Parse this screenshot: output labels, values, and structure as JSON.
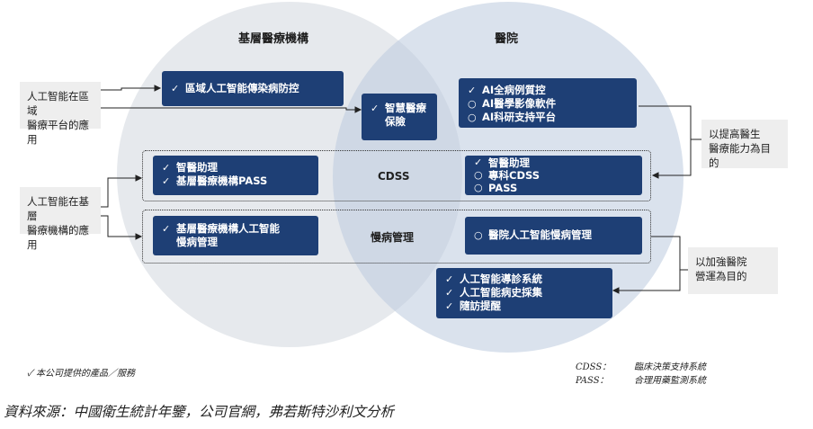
{
  "circles": {
    "left_title": "基層醫療機構",
    "right_title": "醫院"
  },
  "boxes": {
    "regional": {
      "items": [
        {
          "marker": "✓",
          "text": "區域人工智能傳染病防控"
        }
      ]
    },
    "insurance": {
      "items": [
        {
          "marker": "✓",
          "text": "智慧醫療\n保險"
        }
      ]
    },
    "hospital_ai": {
      "items": [
        {
          "marker": "✓",
          "text": "AI全病例質控"
        },
        {
          "marker": "○",
          "text": "AI醫學影像軟件"
        },
        {
          "marker": "○",
          "text": "AI科研支持平台"
        }
      ]
    },
    "cdss_left": {
      "items": [
        {
          "marker": "✓",
          "text": "智醫助理"
        },
        {
          "marker": "✓",
          "text": "基層醫療機構PASS"
        }
      ]
    },
    "cdss_right": {
      "items": [
        {
          "marker": "✓",
          "text": "智醫助理"
        },
        {
          "marker": "○",
          "text": "專科CDSS"
        },
        {
          "marker": "○",
          "text": "PASS"
        }
      ]
    },
    "chronic_left": {
      "items": [
        {
          "marker": "✓",
          "text": "基層醫療機構人工智能\n慢病管理"
        }
      ]
    },
    "chronic_right": {
      "items": [
        {
          "marker": "○",
          "text": "醫院人工智能慢病管理"
        }
      ]
    },
    "guidance": {
      "items": [
        {
          "marker": "✓",
          "text": "人工智能導診系統"
        },
        {
          "marker": "✓",
          "text": "人工智能病史採集"
        },
        {
          "marker": "✓",
          "text": "隨訪提醒"
        }
      ]
    }
  },
  "center_labels": {
    "cdss": "CDSS",
    "chronic": "慢病管理"
  },
  "side_notes": {
    "regional_app": "人工智能在區域\n醫療平台的應用",
    "primary_app": "人工智能在基層\n醫療機構的應用",
    "improve_capability": "以提高醫生\n醫療能力為目的",
    "improve_operation": "以加強醫院\n營運為目的"
  },
  "legend": {
    "check_note": "✓   本公司提供的產品／服務",
    "cdss_abbr": "CDSS：",
    "cdss_full": "臨床決策支持系統",
    "pass_abbr": "PASS：",
    "pass_full": "合理用藥監測系統"
  },
  "source": "資料來源：中國衛生統計年鑒，公司官網，弗若斯特沙利文分析",
  "colors": {
    "box_fill": "#1e3f75",
    "left_circle": "#d5d9e1",
    "right_circle": "#c8d4e4",
    "note_fill": "#eeeeee"
  }
}
